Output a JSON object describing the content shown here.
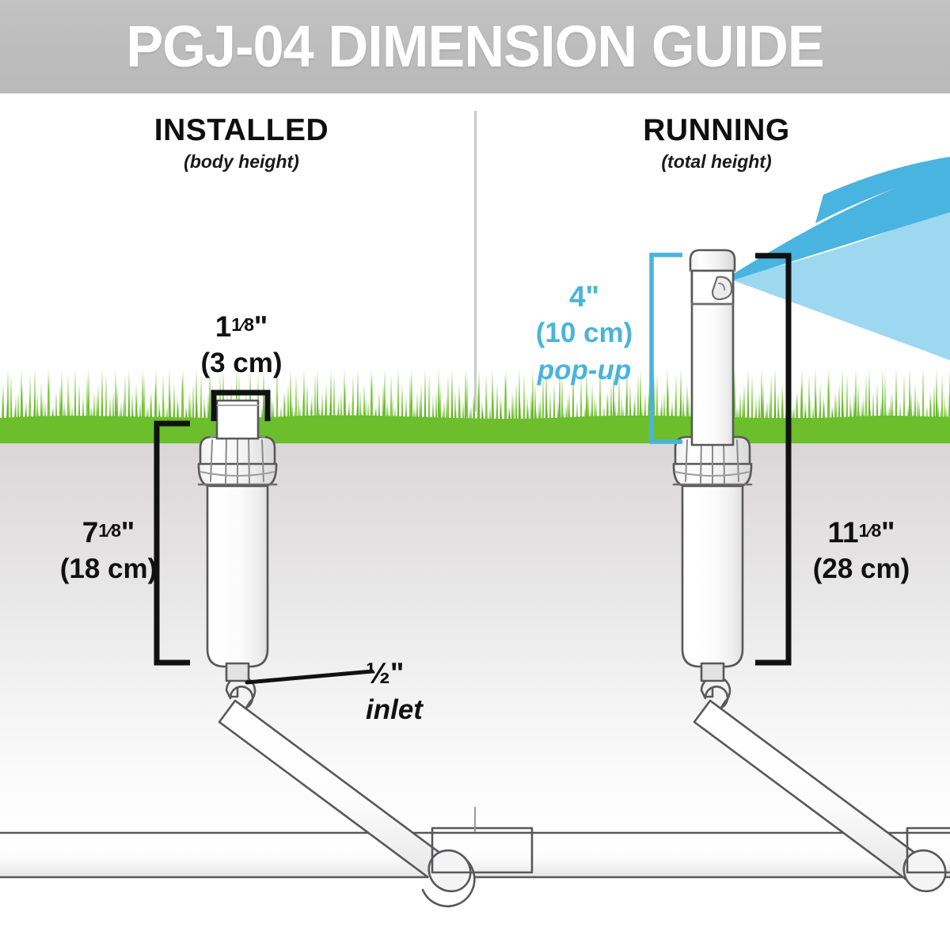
{
  "header": {
    "title": "PGJ-04 DIMENSION GUIDE",
    "band_color": "#bdbdbd",
    "title_color": "#ffffff"
  },
  "columns": [
    {
      "key": "installed",
      "title": "INSTALLED",
      "subtitle": "(body height)"
    },
    {
      "key": "running",
      "title": "RUNNING",
      "subtitle": "(total height)"
    }
  ],
  "labels": {
    "cap_diameter": {
      "line1_whole": "1",
      "line1_frac": "1⁄8",
      "line1_unit": "\"",
      "line2": "(3 cm)"
    },
    "body_height": {
      "line1_whole": "7",
      "line1_frac": "1⁄8",
      "line1_unit": "\"",
      "line2": "(18 cm)"
    },
    "total_height": {
      "line1_whole": "11",
      "line1_frac": "1⁄8",
      "line1_unit": "\"",
      "line2": "(28 cm)"
    },
    "popup_height": {
      "line1": "4\"",
      "line2": "(10 cm)",
      "line3": "pop-up"
    },
    "inlet": {
      "line1": "½\"",
      "line2": "inlet"
    }
  },
  "colors": {
    "grass": "#6cbe2c",
    "grass_dark": "#4e9b1d",
    "soil_top": "#d7d5d5",
    "water_light": "#9ed8f0",
    "water_dark": "#49b4e0",
    "popup_accent": "#49b4db",
    "bracket": "#111111",
    "outline": "#58585a",
    "divider": "#c9c9c9"
  },
  "scene": {
    "installed_sprinkler": "pgj-04-sprinkler-retracted",
    "running_sprinkler": "pgj-04-sprinkler-extended",
    "water_spray": "water-spray-fan",
    "lateral_pipe": "lateral-pipe",
    "swing_joint_left": "swing-joint",
    "swing_joint_right": "swing-joint",
    "tee_fitting": "tee-fitting"
  }
}
